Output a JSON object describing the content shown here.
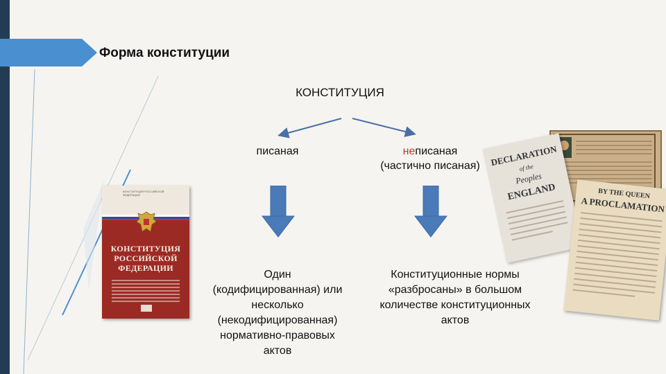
{
  "slide": {
    "title": "Форма конституции",
    "root": "КОНСТИТУЦИЯ",
    "branches": {
      "written": {
        "label": "писаная",
        "description": [
          "Один",
          "(кодифицированная) или",
          "несколько",
          "(некодифицированная)",
          "нормативно-правовых",
          "актов"
        ]
      },
      "unwritten": {
        "label_prefix": "не",
        "label_rest": "писаная",
        "label_note": "(частично писаная)",
        "description": [
          "Конституционные нормы",
          "«разбросаны» в большом",
          "количестве конституционных",
          "актов"
        ]
      }
    },
    "images": {
      "book": {
        "header_text": "КОНСТИТУЦИЯ РОССИЙСКОЙ ФЕДЕРАЦИИ",
        "title": [
          "КОНСТИТУЦИЯ",
          "РОССИЙСКОЙ",
          "ФЕДЕРАЦИИ"
        ]
      },
      "documents": {
        "declaration_lines": [
          "DECLARATION",
          "of the",
          "Peoples",
          "ENGLAND"
        ],
        "proclamation_lines": [
          "BY THE QUEEN",
          "A PROCLAMATION"
        ]
      }
    }
  },
  "colors": {
    "accent_red": "#c0392b",
    "arrow_blue": "#4a7ab8",
    "branch_arrow": "#4a6fa5",
    "left_bar": "#243b55"
  }
}
